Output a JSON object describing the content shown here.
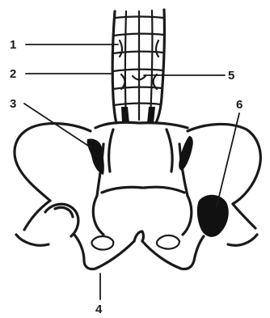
{
  "figure": {
    "callouts": [
      {
        "id": "1",
        "label": "1"
      },
      {
        "id": "2",
        "label": "2"
      },
      {
        "id": "3",
        "label": "3"
      },
      {
        "id": "4",
        "label": "4"
      },
      {
        "id": "5",
        "label": "5"
      },
      {
        "id": "6",
        "label": "6"
      }
    ],
    "colors": {
      "ink": "#1a1a1a",
      "background": "#ffffff"
    }
  }
}
